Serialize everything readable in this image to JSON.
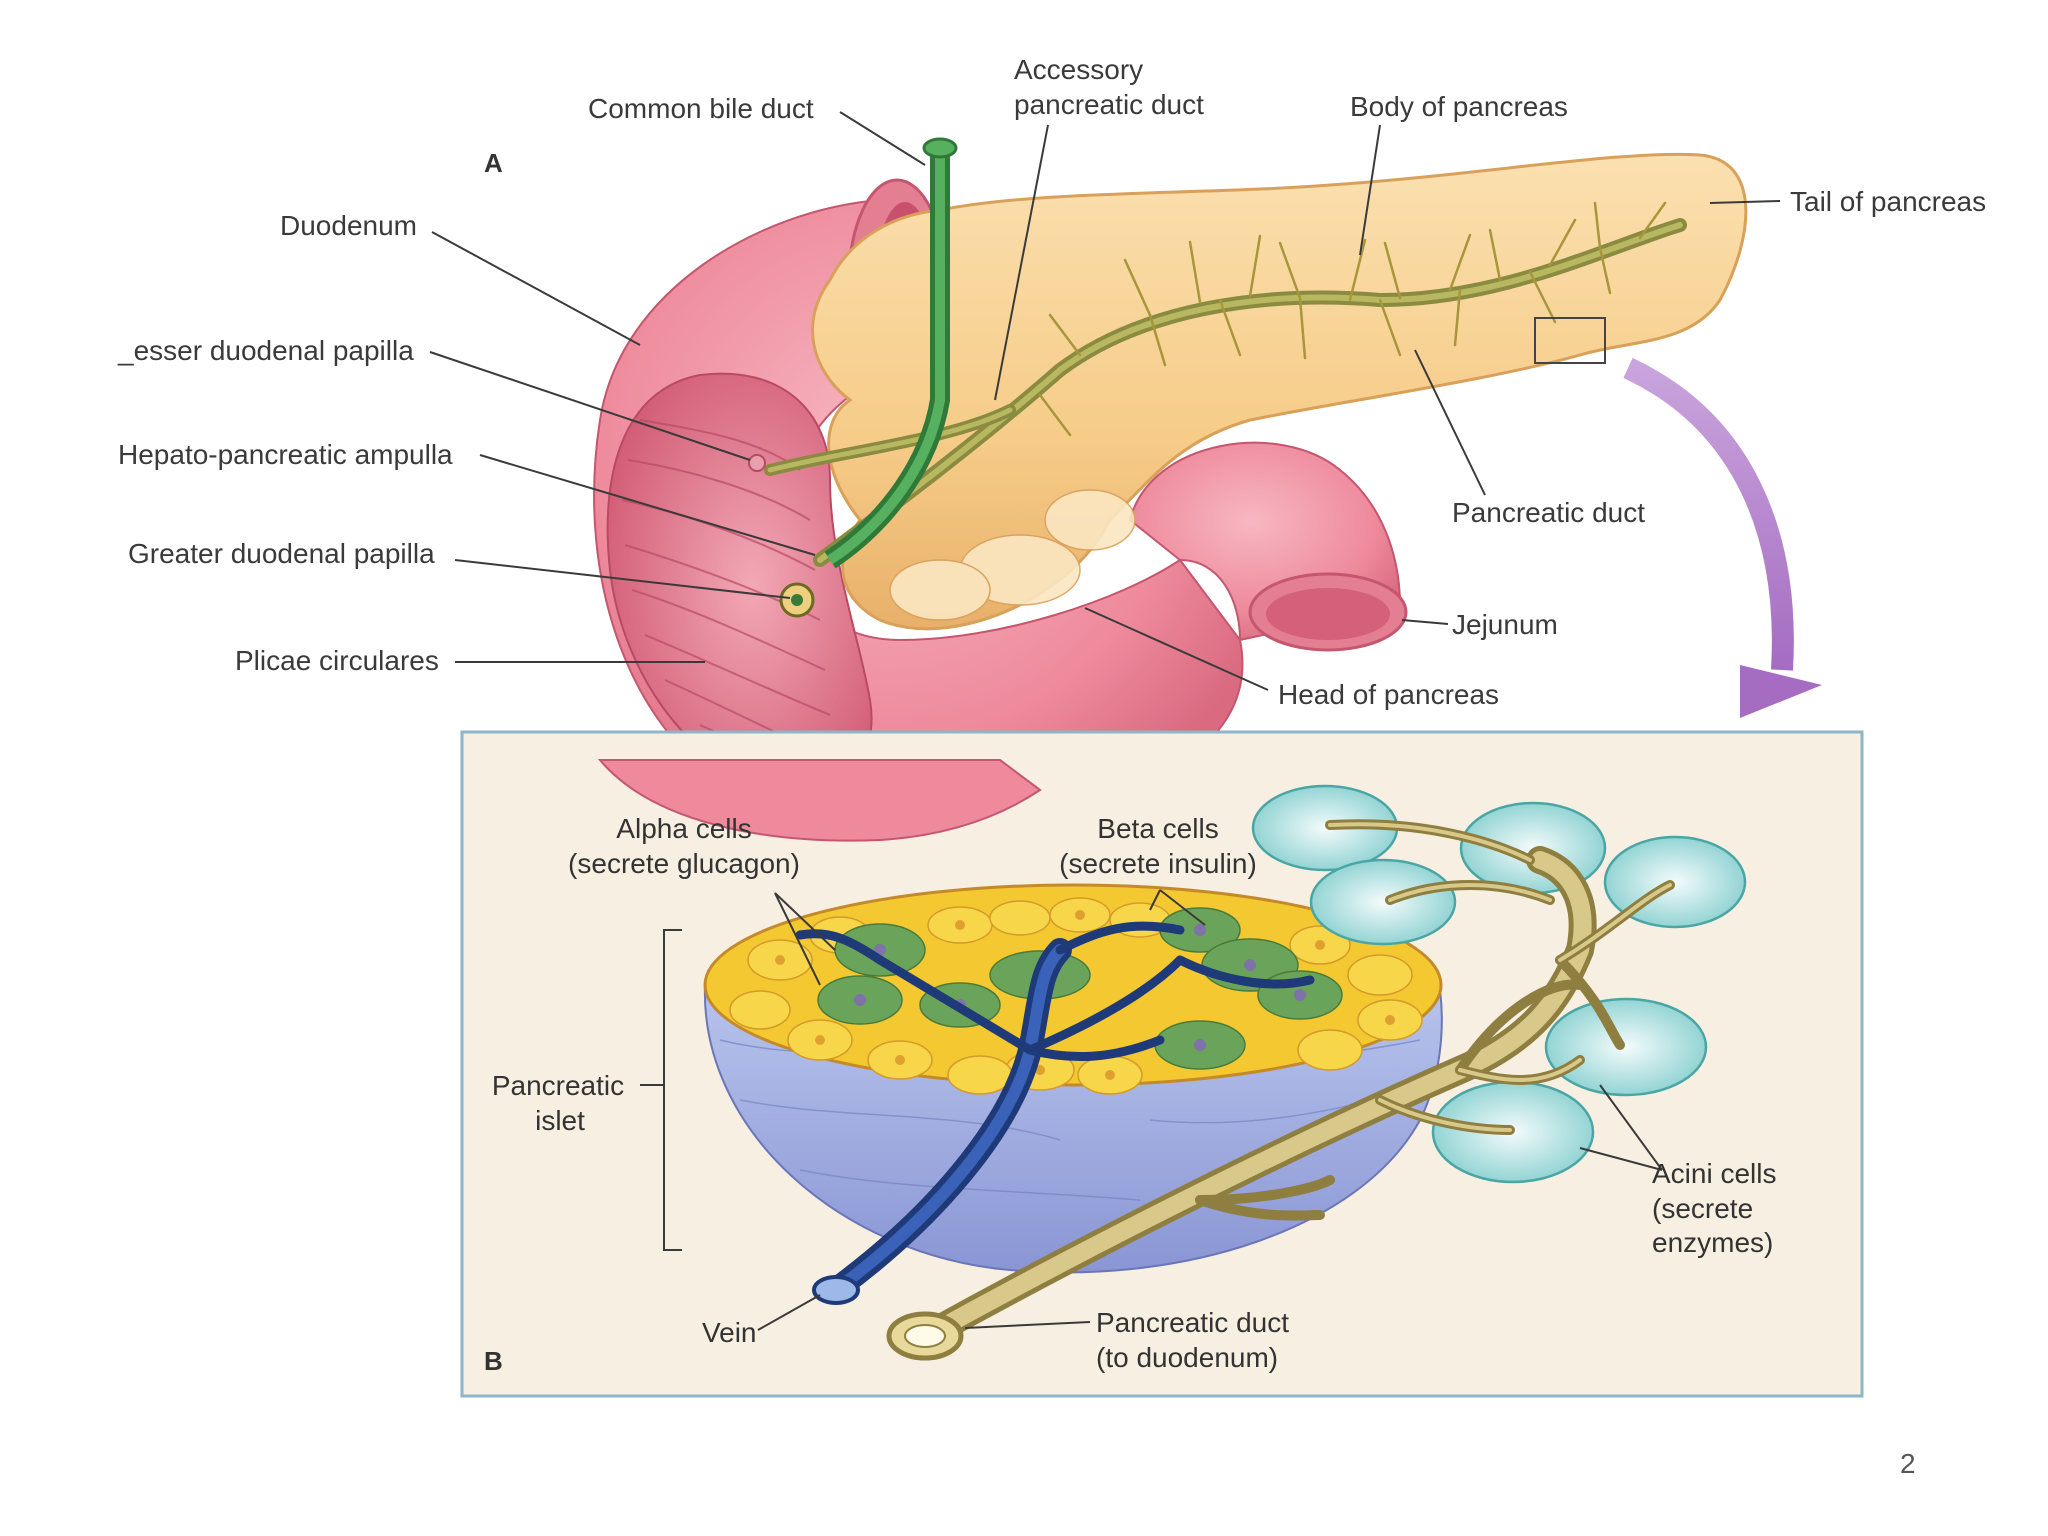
{
  "colors": {
    "duodenum": "#ee8a9c",
    "duodenum_inner": "#d9607a",
    "pancreas": "#f6cc88",
    "pancreas_edge": "#d9a05a",
    "bile_duct": "#3a9a44",
    "pancreatic_duct": "#8a8a40",
    "inset_bg": "#f7efe2",
    "inset_border": "#8fb5c8",
    "arrow": "#b07ec8",
    "beta_cells": "#f4c830",
    "alpha_cells": "#6aa35a",
    "vein": "#2a4a90",
    "islet_base": "#9aa8dc",
    "acini": "#8ad0d0"
  },
  "panel_a": {
    "letter": "A",
    "labels": {
      "common_bile_duct": "Common bile duct",
      "accessory_duct_line1": "Accessory",
      "accessory_duct_line2": "pancreatic duct",
      "body_of_pancreas": "Body of pancreas",
      "tail_of_pancreas": "Tail of pancreas",
      "duodenum": "Duodenum",
      "lesser_papilla": "_esser duodenal papilla",
      "hepato_ampulla": "Hepato-pancreatic ampulla",
      "greater_papilla": "Greater duodenal papilla",
      "plicae": "Plicae circulares",
      "pancreatic_duct": "Pancreatic duct",
      "jejunum": "Jejunum",
      "head_of_pancreas": "Head of pancreas"
    }
  },
  "panel_b": {
    "letter": "B",
    "labels": {
      "alpha_line1": "Alpha cells",
      "alpha_line2": "(secrete glucagon)",
      "beta_line1": "Beta cells",
      "beta_line2": "(secrete insulin)",
      "islet_line1": "Pancreatic",
      "islet_line2": "islet",
      "acini_line1": "Acini cells",
      "acini_line2": "(secrete",
      "acini_line3": "enzymes)",
      "vein": "Vein",
      "duct_line1": "Pancreatic duct",
      "duct_line2": "(to duodenum)"
    }
  },
  "page_number": "2"
}
